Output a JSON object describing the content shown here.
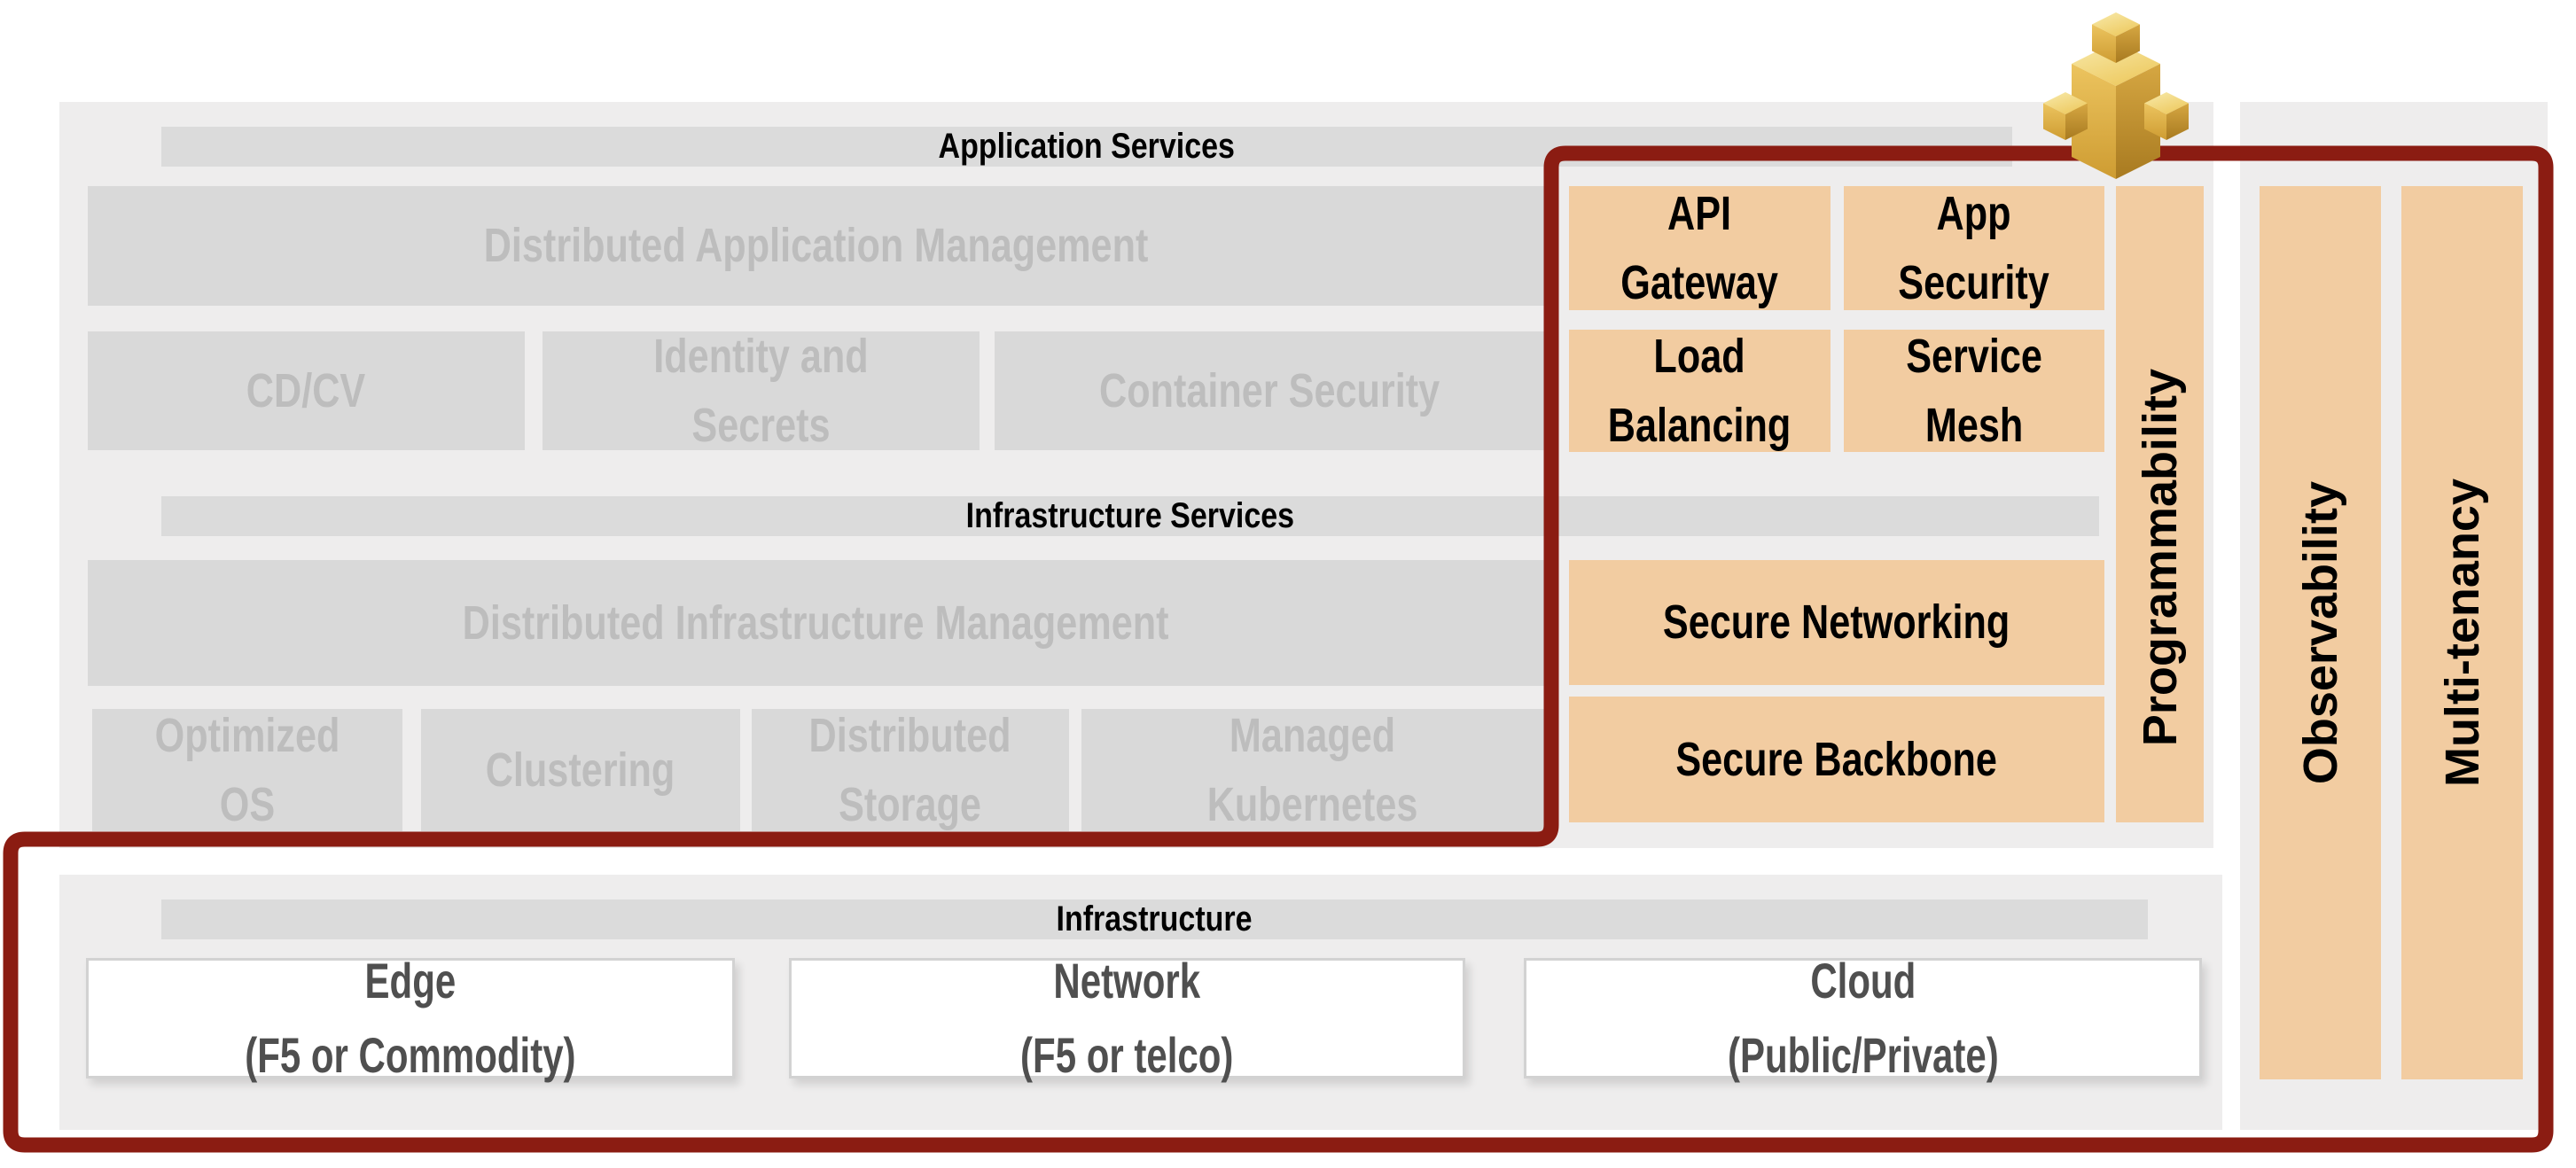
{
  "sections": {
    "application_services": {
      "title": "Application Services",
      "management_label": "Distributed Application Management",
      "muted_items": [
        "CD/CV",
        "Identity and Secrets",
        "Container Security"
      ],
      "highlight_items": [
        "API\nGateway",
        "App\nSecurity",
        "Load\nBalancing",
        "Service\nMesh"
      ]
    },
    "infrastructure_services": {
      "title": "Infrastructure Services",
      "management_label": "Distributed Infrastructure Management",
      "muted_items": [
        "Optimized OS",
        "Clustering",
        "Distributed\nStorage",
        "Managed\nKubernetes"
      ],
      "highlight_items": [
        "Secure Networking",
        "Secure Backbone"
      ]
    },
    "infrastructure": {
      "title": "Infrastructure",
      "items": [
        "Edge\n(F5 or Commodity)",
        "Network\n(F5 or telco)",
        "Cloud\n(Public/Private)"
      ]
    },
    "cross_cutting": {
      "programmability": "Programmability",
      "observability": "Observability",
      "multi_tenancy": "Multi-tenancy"
    }
  },
  "colors": {
    "panel_gray": "#EEEDED",
    "header_bar_gray": "#DBDBDB",
    "muted_box_gray": "#D9D9D9",
    "muted_text_gray": "#BDBDBD",
    "highlight_orange": "#F2CCA1",
    "focus_outline_red": "#8B1C12",
    "white_box_text": "#4F4F4F",
    "logo_gold_light": "#F6E398",
    "logo_gold_mid": "#DFB44C",
    "logo_gold_dark": "#AE7E22"
  }
}
